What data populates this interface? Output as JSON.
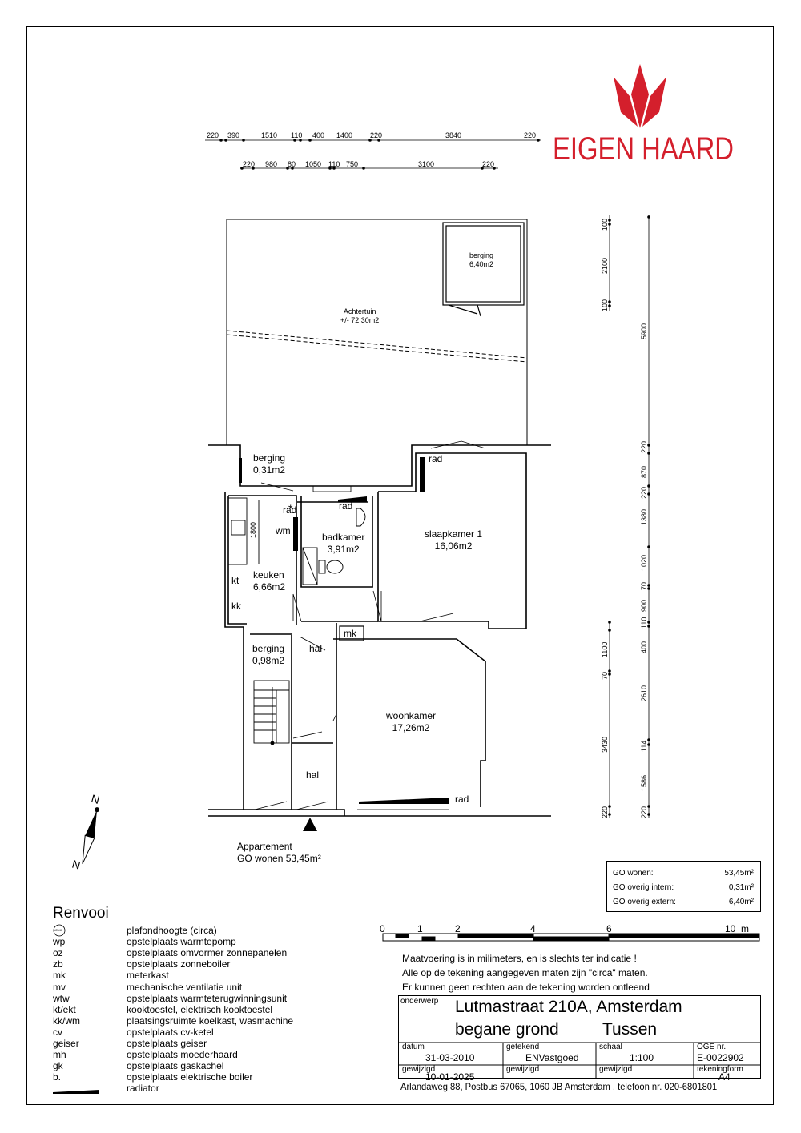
{
  "brand": {
    "name": "EIGEN HAARD",
    "color": "#d41f2c"
  },
  "dims_top_row1": [
    "220",
    "390",
    "1510",
    "110",
    "400",
    "1400",
    "220",
    "3840",
    "220"
  ],
  "dims_top_row2": [
    "220",
    "980",
    "80",
    "1050",
    "110",
    "750",
    "3100",
    "220"
  ],
  "dims_right_a": [
    "100",
    "2100",
    "100",
    "220",
    "870",
    "220",
    "1380",
    "1020",
    "70",
    "900",
    "110",
    "400",
    "1100",
    "70",
    "3430",
    "220"
  ],
  "dims_right_b": [
    "5900",
    "2610",
    "114",
    "1586",
    "220"
  ],
  "rooms": {
    "garden": {
      "name": "Achtertuin",
      "area": "+/- 72,30m2"
    },
    "shed": {
      "name": "berging",
      "area": "6,40m2"
    },
    "storage1": {
      "name": "berging",
      "area": "0,31m2"
    },
    "kitchen": {
      "name": "keuken",
      "area": "6,66m2"
    },
    "bathroom": {
      "name": "badkamer",
      "area": "3,91m2"
    },
    "bedroom": {
      "name": "slaapkamer 1",
      "area": "16,06m2"
    },
    "storage2": {
      "name": "berging",
      "area": "0,98m2"
    },
    "hall1": {
      "name": "hal"
    },
    "hall2": {
      "name": "hal"
    },
    "living": {
      "name": "woonkamer",
      "area": "17,26m2"
    }
  },
  "markers": {
    "rad": "rad",
    "wm": "wm",
    "kt": "kt",
    "kk": "kk",
    "mk": "mk",
    "dim1800": "1800"
  },
  "compass": {
    "north": "N",
    "north2": "N"
  },
  "appartement": {
    "line1": "Appartement",
    "line2": "GO wonen 53,45m²"
  },
  "legend": {
    "title": "Renvooi",
    "ceiling_symbol": "±2540",
    "items": [
      {
        "code": "",
        "desc": "plafondhoogte (circa)"
      },
      {
        "code": "wp",
        "desc": "opstelplaats warmtepomp"
      },
      {
        "code": "oz",
        "desc": "opstelplaats omvormer zonnepanelen"
      },
      {
        "code": "zb",
        "desc": "opstelplaats zonneboiler"
      },
      {
        "code": "mk",
        "desc": "meterkast"
      },
      {
        "code": "mv",
        "desc": "mechanische ventilatie unit"
      },
      {
        "code": "wtw",
        "desc": "opstelplaats warmteterugwinningsunit"
      },
      {
        "code": "kt/ekt",
        "desc": "kooktoestel, elektrisch kooktoestel"
      },
      {
        "code": "kk/wm",
        "desc": "plaatsingsruimte koelkast, wasmachine"
      },
      {
        "code": "cv",
        "desc": "opstelplaats cv-ketel"
      },
      {
        "code": "geiser",
        "desc": "opstelplaats geiser"
      },
      {
        "code": "mh",
        "desc": "opstelplaats moederhaard"
      },
      {
        "code": "gk",
        "desc": "opstelplaats gaskachel"
      },
      {
        "code": "b.",
        "desc": "opstelplaats elektrische boiler"
      },
      {
        "code": "",
        "desc": "radiator"
      }
    ]
  },
  "areas": [
    {
      "label": "GO wonen:",
      "value": "53,45m²"
    },
    {
      "label": "GO overig intern:",
      "value": "0,31m²"
    },
    {
      "label": "GO overig extern:",
      "value": "6,40m²"
    }
  ],
  "scale_bar": {
    "labels": [
      "0",
      "1",
      "2",
      "4",
      "6",
      "10  m"
    ]
  },
  "notes": [
    "Maatvoering is in milimeters, en is slechts ter indicatie !",
    "Alle op de tekening aangegeven maten zijn \"circa\" maten.",
    "Er kunnen geen rechten aan de tekening worden ontleend"
  ],
  "title_block": {
    "onderwerp_label": "onderwerp",
    "address": "Lutmastraat 210A, Amsterdam",
    "floor": "begane grond",
    "type": "Tussen",
    "datum_label": "datum",
    "datum": "31-03-2010",
    "getekend_label": "getekend",
    "getekend": "ENVastgoed",
    "schaal_label": "schaal",
    "schaal": "1:100",
    "oge_label": "OGE nr.",
    "oge": "E-0022902",
    "gewijzigd_label": "gewijzigd",
    "gewijzigd": "10-01-2025",
    "gewijzigd2_label": "gewijzigd",
    "gewijzigd3_label": "gewijzigd",
    "tekeningform_label": "tekeningform",
    "tekeningform": "A4",
    "footer": "Arlandaweg 88, Postbus 67065, 1060 JB Amsterdam , telefoon nr. 020-6801801"
  }
}
